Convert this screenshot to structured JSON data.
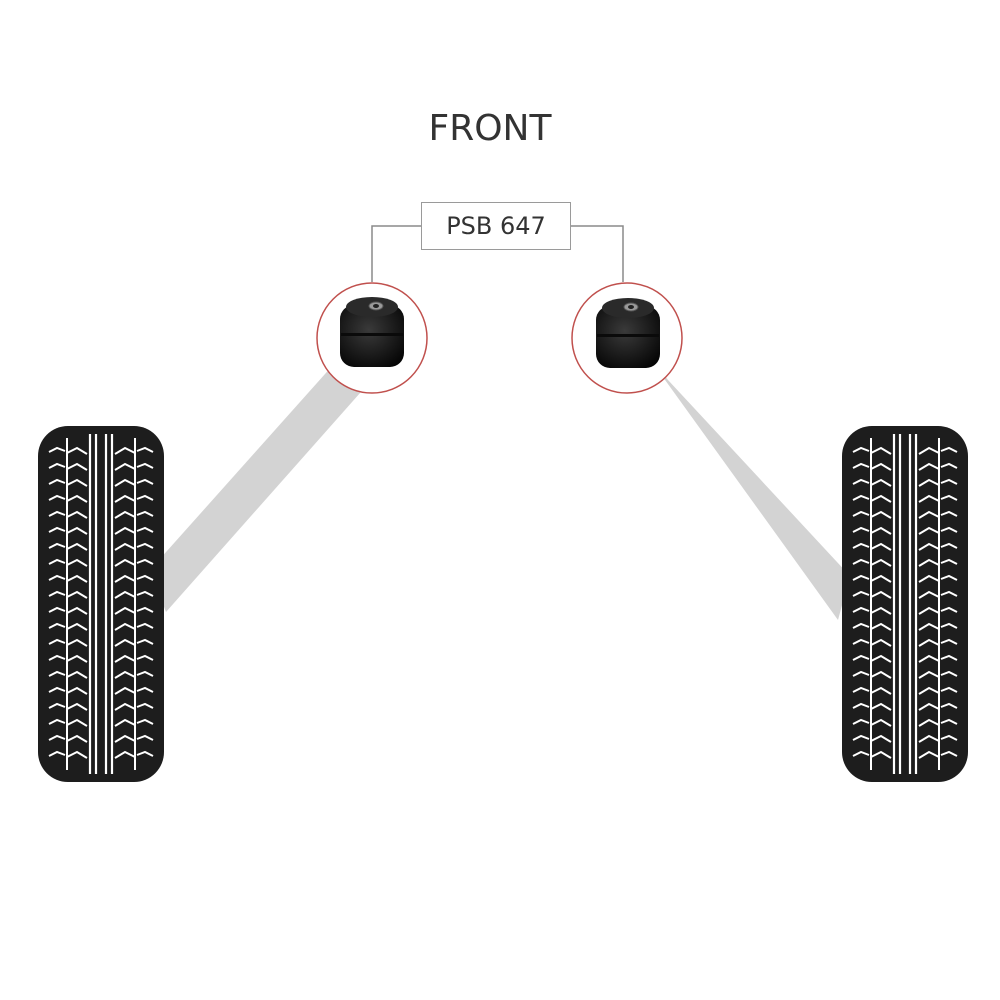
{
  "diagram": {
    "front_label": "FRONT",
    "part_number": "PSB 647"
  },
  "colors": {
    "tire": "#1d1d1d",
    "tread_line": "#ffffff",
    "arm": "#d3d3d3",
    "callout_ring": "#c0504d",
    "bush": "#1a1a1a",
    "leader_line": "#8a8a8a",
    "text": "#333333"
  },
  "icons": [
    "tire-icon",
    "bush-icon",
    "control-arm"
  ]
}
